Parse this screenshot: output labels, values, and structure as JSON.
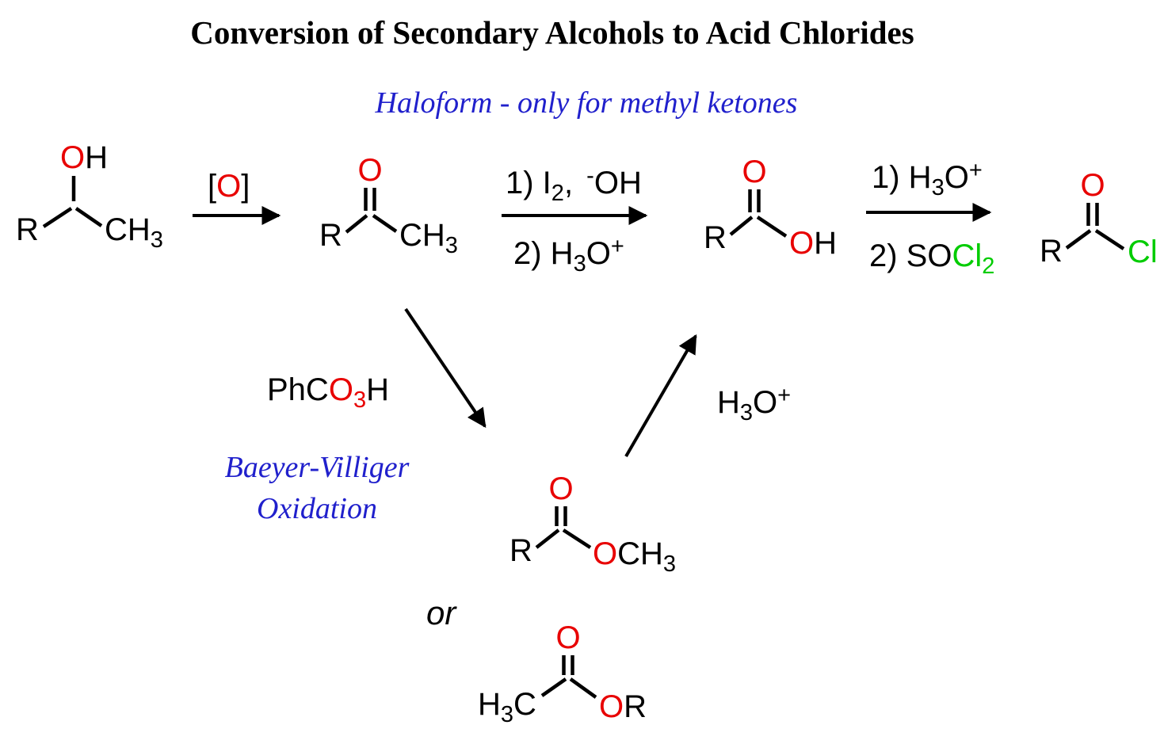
{
  "title": "Conversion of Secondary Alcohols to Acid Chlorides",
  "notes": {
    "haloform": "Haloform - only for methyl ketones",
    "baeyer_villiger_line1": "Baeyer-Villiger",
    "baeyer_villiger_line2": "Oxidation",
    "or": "or"
  },
  "colors": {
    "heteroatom_red": "#e80000",
    "chlorine_green": "#00cc00",
    "note_blue": "#2020cc",
    "structure_black": "#000000"
  },
  "molecules": {
    "secondary_alcohol": {
      "hydroxyl_o": "O",
      "hydroxyl_h": "H",
      "r_group": "R",
      "methyl": "CH",
      "methyl_sub": "3"
    },
    "methyl_ketone": {
      "carbonyl_o": "O",
      "r_group": "R",
      "methyl": "CH",
      "methyl_sub": "3"
    },
    "carboxylic_acid": {
      "carbonyl_o": "O",
      "r_group": "R",
      "hydroxyl_o": "O",
      "hydroxyl_h": "H"
    },
    "acid_chloride": {
      "carbonyl_o": "O",
      "r_group": "R",
      "chloride": "Cl"
    },
    "methyl_ester": {
      "carbonyl_o": "O",
      "r_group": "R",
      "ester_o": "O",
      "methyl": "CH",
      "methyl_sub": "3"
    },
    "acetate_ester": {
      "methyl_h": "H",
      "methyl_sub": "3",
      "methyl_c": "C",
      "carbonyl_o": "O",
      "ester_o": "O",
      "r_group": "R"
    }
  },
  "reagents": {
    "oxidant_bracket_open": "[",
    "oxidant_o": "O",
    "oxidant_bracket_close": "]",
    "haloform_step1": {
      "a": "1) I",
      "sub": "2",
      "b": ", ",
      "sup": "-",
      "c": "OH"
    },
    "haloform_step2": {
      "a": "2) H",
      "sub": "3",
      "b": "O",
      "sup": "+"
    },
    "workup_step1": {
      "a": "1) H",
      "sub": "3",
      "b": "O",
      "sup": "+"
    },
    "thionyl_step2": {
      "a": "2) SO",
      "cl": "Cl",
      "cl_sub": "2"
    },
    "peracid": {
      "a": "PhC",
      "o": "O",
      "o_sub": "3",
      "b": "H"
    },
    "hydronium": {
      "a": "H",
      "sub": "3",
      "b": "O",
      "sup": "+"
    }
  }
}
